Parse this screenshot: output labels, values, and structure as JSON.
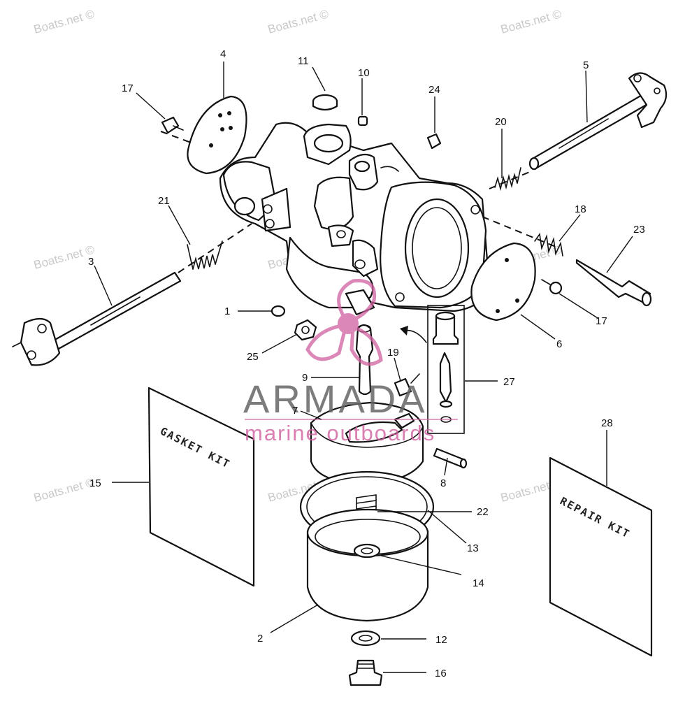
{
  "watermark_text": "Boats.net ©",
  "brand": {
    "name": "ARMADA",
    "tagline": "marine outboards",
    "accent": "#d0609f"
  },
  "kits": {
    "gasket_kit": "GASKET KIT",
    "repair_kit": "REPAIR KIT"
  },
  "callouts": {
    "c1": "1",
    "c2": "2",
    "c3": "3",
    "c4": "4",
    "c5": "5",
    "c6": "6",
    "c7": "7",
    "c8": "8",
    "c9": "9",
    "c10": "10",
    "c11": "11",
    "c12": "12",
    "c13": "13",
    "c14": "14",
    "c15": "15",
    "c16": "16",
    "c17a": "17",
    "c17b": "17",
    "c18": "18",
    "c19": "19",
    "c20": "20",
    "c21": "21",
    "c22": "22",
    "c23": "23",
    "c24": "24",
    "c25": "25",
    "c27": "27",
    "c28": "28"
  }
}
